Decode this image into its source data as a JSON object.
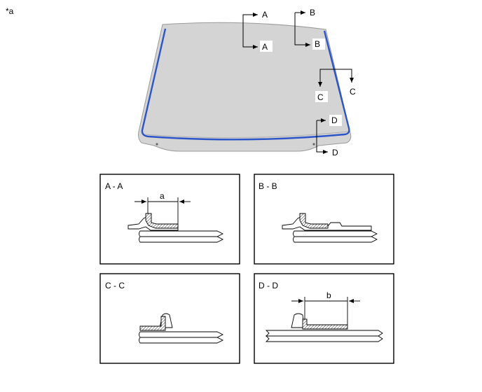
{
  "figure_id": "*a",
  "windshield": {
    "colors": {
      "glass": "#d4d4d4",
      "edge": "#9a9a9a",
      "molding": "#2b55c8"
    }
  },
  "cut_markers": [
    {
      "id": "a1",
      "label": "A"
    },
    {
      "id": "a2",
      "label": "A"
    },
    {
      "id": "b1",
      "label": "B"
    },
    {
      "id": "b2",
      "label": "B"
    },
    {
      "id": "c1",
      "label": "C"
    },
    {
      "id": "c2",
      "label": "C"
    },
    {
      "id": "d1",
      "label": "D"
    },
    {
      "id": "d2",
      "label": "D"
    }
  ],
  "sections": [
    {
      "id": "aa",
      "title": "A - A",
      "dimension": "a"
    },
    {
      "id": "bb",
      "title": "B - B",
      "dimension": ""
    },
    {
      "id": "cc",
      "title": "C - C",
      "dimension": ""
    },
    {
      "id": "dd",
      "title": "D - D",
      "dimension": "b"
    }
  ]
}
